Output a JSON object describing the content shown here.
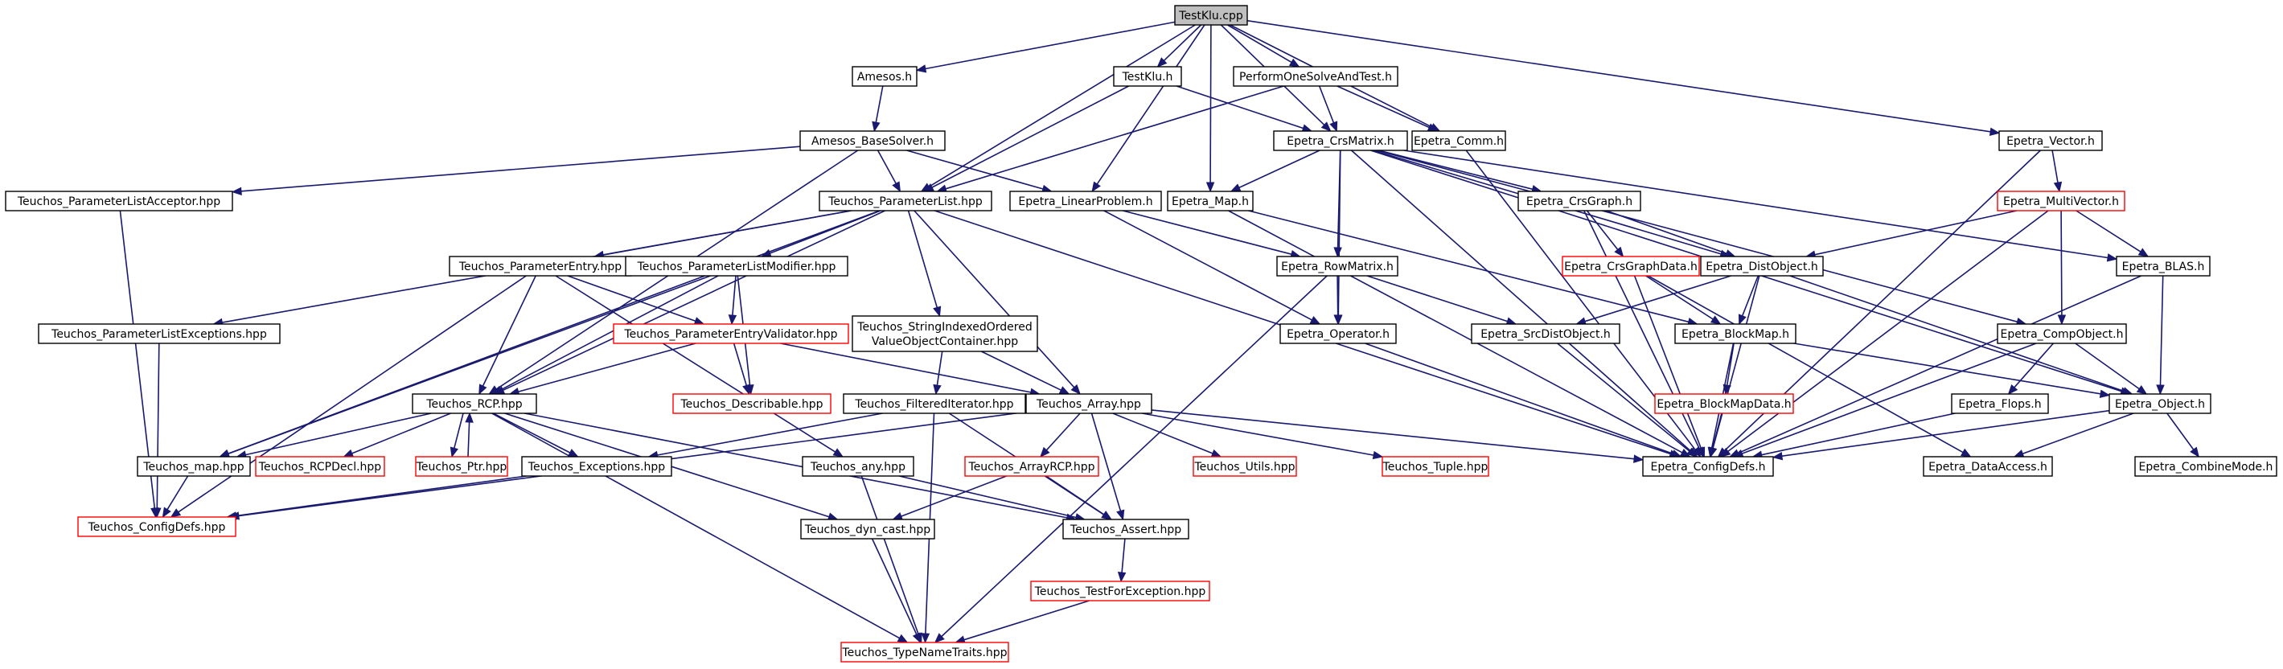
{
  "graph": {
    "nodes": [
      {
        "id": "testklu_cpp",
        "lines": [
          "TestKlu.cpp"
        ],
        "style": "root"
      },
      {
        "id": "amesos_h",
        "lines": [
          "Amesos.h"
        ],
        "style": "normal"
      },
      {
        "id": "testklu_h",
        "lines": [
          "TestKlu.h"
        ],
        "style": "normal"
      },
      {
        "id": "performonesolve_h",
        "lines": [
          "PerformOneSolveAndTest.h"
        ],
        "style": "normal"
      },
      {
        "id": "amesos_basesolver_h",
        "lines": [
          "Amesos_BaseSolver.h"
        ],
        "style": "normal"
      },
      {
        "id": "epetra_crsmatrix_h",
        "lines": [
          "Epetra_CrsMatrix.h"
        ],
        "style": "normal"
      },
      {
        "id": "epetra_comm_h",
        "lines": [
          "Epetra_Comm.h"
        ],
        "style": "normal"
      },
      {
        "id": "epetra_vector_h",
        "lines": [
          "Epetra_Vector.h"
        ],
        "style": "normal"
      },
      {
        "id": "teuchos_plist_acceptor",
        "lines": [
          "Teuchos_ParameterListAcceptor.hpp"
        ],
        "style": "normal"
      },
      {
        "id": "teuchos_plist",
        "lines": [
          "Teuchos_ParameterList.hpp"
        ],
        "style": "normal"
      },
      {
        "id": "epetra_linearproblem_h",
        "lines": [
          "Epetra_LinearProblem.h"
        ],
        "style": "normal"
      },
      {
        "id": "epetra_map_h",
        "lines": [
          "Epetra_Map.h"
        ],
        "style": "normal"
      },
      {
        "id": "epetra_crsgraph_h",
        "lines": [
          "Epetra_CrsGraph.h"
        ],
        "style": "normal"
      },
      {
        "id": "epetra_multivector_h",
        "lines": [
          "Epetra_MultiVector.h"
        ],
        "style": "red"
      },
      {
        "id": "teuchos_pentry",
        "lines": [
          "Teuchos_ParameterEntry.hpp"
        ],
        "style": "normal"
      },
      {
        "id": "teuchos_plistmodifier",
        "lines": [
          "Teuchos_ParameterListModifier.hpp"
        ],
        "style": "normal"
      },
      {
        "id": "epetra_rowmatrix_h",
        "lines": [
          "Epetra_RowMatrix.h"
        ],
        "style": "normal"
      },
      {
        "id": "epetra_crsgraphdata_h",
        "lines": [
          "Epetra_CrsGraphData.h"
        ],
        "style": "red"
      },
      {
        "id": "epetra_distobject_h",
        "lines": [
          "Epetra_DistObject.h"
        ],
        "style": "normal"
      },
      {
        "id": "epetra_blas_h",
        "lines": [
          "Epetra_BLAS.h"
        ],
        "style": "normal"
      },
      {
        "id": "teuchos_plistexceptions",
        "lines": [
          "Teuchos_ParameterListExceptions.hpp"
        ],
        "style": "normal"
      },
      {
        "id": "teuchos_pentryvalidator",
        "lines": [
          "Teuchos_ParameterEntryValidator.hpp"
        ],
        "style": "red"
      },
      {
        "id": "teuchos_stringindexed",
        "lines": [
          "Teuchos_StringIndexedOrdered",
          "ValueObjectContainer.hpp"
        ],
        "style": "normal"
      },
      {
        "id": "epetra_operator_h",
        "lines": [
          "Epetra_Operator.h"
        ],
        "style": "normal"
      },
      {
        "id": "epetra_srcdistobject_h",
        "lines": [
          "Epetra_SrcDistObject.h"
        ],
        "style": "normal"
      },
      {
        "id": "epetra_blockmap_h",
        "lines": [
          "Epetra_BlockMap.h"
        ],
        "style": "normal"
      },
      {
        "id": "epetra_compobject_h",
        "lines": [
          "Epetra_CompObject.h"
        ],
        "style": "normal"
      },
      {
        "id": "teuchos_describable",
        "lines": [
          "Teuchos_Describable.hpp"
        ],
        "style": "red"
      },
      {
        "id": "teuchos_rcp",
        "lines": [
          "Teuchos_RCP.hpp"
        ],
        "style": "normal"
      },
      {
        "id": "teuchos_filterediterator",
        "lines": [
          "Teuchos_FilteredIterator.hpp"
        ],
        "style": "normal"
      },
      {
        "id": "teuchos_array",
        "lines": [
          "Teuchos_Array.hpp"
        ],
        "style": "normal"
      },
      {
        "id": "epetra_blockmapdata_h",
        "lines": [
          "Epetra_BlockMapData.h"
        ],
        "style": "red"
      },
      {
        "id": "epetra_flops_h",
        "lines": [
          "Epetra_Flops.h"
        ],
        "style": "normal"
      },
      {
        "id": "epetra_object_h",
        "lines": [
          "Epetra_Object.h"
        ],
        "style": "normal"
      },
      {
        "id": "teuchos_map",
        "lines": [
          "Teuchos_map.hpp"
        ],
        "style": "normal"
      },
      {
        "id": "teuchos_rcpdecl",
        "lines": [
          "Teuchos_RCPDecl.hpp"
        ],
        "style": "red"
      },
      {
        "id": "teuchos_ptr",
        "lines": [
          "Teuchos_Ptr.hpp"
        ],
        "style": "red"
      },
      {
        "id": "teuchos_exceptions",
        "lines": [
          "Teuchos_Exceptions.hpp"
        ],
        "style": "normal"
      },
      {
        "id": "teuchos_any",
        "lines": [
          "Teuchos_any.hpp"
        ],
        "style": "normal"
      },
      {
        "id": "teuchos_arrayrcp",
        "lines": [
          "Teuchos_ArrayRCP.hpp"
        ],
        "style": "red"
      },
      {
        "id": "teuchos_utils",
        "lines": [
          "Teuchos_Utils.hpp"
        ],
        "style": "red"
      },
      {
        "id": "teuchos_tuple",
        "lines": [
          "Teuchos_Tuple.hpp"
        ],
        "style": "red"
      },
      {
        "id": "epetra_configdefs_h",
        "lines": [
          "Epetra_ConfigDefs.h"
        ],
        "style": "normal"
      },
      {
        "id": "epetra_dataaccess_h",
        "lines": [
          "Epetra_DataAccess.h"
        ],
        "style": "normal"
      },
      {
        "id": "epetra_combinemode_h",
        "lines": [
          "Epetra_CombineMode.h"
        ],
        "style": "normal"
      },
      {
        "id": "teuchos_configdefs",
        "lines": [
          "Teuchos_ConfigDefs.hpp"
        ],
        "style": "red"
      },
      {
        "id": "teuchos_dyncast",
        "lines": [
          "Teuchos_dyn_cast.hpp"
        ],
        "style": "normal"
      },
      {
        "id": "teuchos_assert",
        "lines": [
          "Teuchos_Assert.hpp"
        ],
        "style": "normal"
      },
      {
        "id": "teuchos_testforexception",
        "lines": [
          "Teuchos_TestForException.hpp"
        ],
        "style": "red"
      },
      {
        "id": "teuchos_typenametraits",
        "lines": [
          "Teuchos_TypeNameTraits.hpp"
        ],
        "style": "red"
      }
    ],
    "edges": [
      [
        "testklu_cpp",
        "amesos_h"
      ],
      [
        "testklu_cpp",
        "testklu_h"
      ],
      [
        "testklu_cpp",
        "performonesolve_h"
      ],
      [
        "testklu_cpp",
        "epetra_crsmatrix_h"
      ],
      [
        "testklu_cpp",
        "epetra_comm_h"
      ],
      [
        "testklu_cpp",
        "epetra_vector_h"
      ],
      [
        "testklu_cpp",
        "teuchos_plist"
      ],
      [
        "testklu_cpp",
        "epetra_linearproblem_h"
      ],
      [
        "testklu_cpp",
        "epetra_map_h"
      ],
      [
        "amesos_h",
        "amesos_basesolver_h"
      ],
      [
        "testklu_h",
        "teuchos_plist"
      ],
      [
        "testklu_h",
        "epetra_crsmatrix_h"
      ],
      [
        "performonesolve_h",
        "epetra_crsmatrix_h"
      ],
      [
        "performonesolve_h",
        "epetra_comm_h"
      ],
      [
        "performonesolve_h",
        "teuchos_plist"
      ],
      [
        "amesos_basesolver_h",
        "teuchos_plist_acceptor"
      ],
      [
        "amesos_basesolver_h",
        "teuchos_plist"
      ],
      [
        "amesos_basesolver_h",
        "epetra_linearproblem_h"
      ],
      [
        "amesos_basesolver_h",
        "teuchos_rcp"
      ],
      [
        "epetra_crsmatrix_h",
        "epetra_map_h"
      ],
      [
        "epetra_crsmatrix_h",
        "epetra_crsgraph_h"
      ],
      [
        "epetra_crsmatrix_h",
        "epetra_rowmatrix_h"
      ],
      [
        "epetra_crsmatrix_h",
        "epetra_operator_h"
      ],
      [
        "epetra_crsmatrix_h",
        "epetra_distobject_h"
      ],
      [
        "epetra_crsmatrix_h",
        "epetra_compobject_h"
      ],
      [
        "epetra_crsmatrix_h",
        "epetra_blas_h"
      ],
      [
        "epetra_crsmatrix_h",
        "epetra_configdefs_h"
      ],
      [
        "epetra_crsmatrix_h",
        "epetra_object_h"
      ],
      [
        "epetra_comm_h",
        "epetra_configdefs_h"
      ],
      [
        "epetra_vector_h",
        "epetra_multivector_h"
      ],
      [
        "epetra_vector_h",
        "epetra_configdefs_h"
      ],
      [
        "teuchos_plist_acceptor",
        "teuchos_configdefs"
      ],
      [
        "teuchos_plist",
        "teuchos_pentry"
      ],
      [
        "teuchos_plist",
        "teuchos_plistmodifier"
      ],
      [
        "teuchos_plist",
        "teuchos_plistexceptions"
      ],
      [
        "teuchos_plist",
        "teuchos_stringindexed"
      ],
      [
        "teuchos_plist",
        "teuchos_rcp"
      ],
      [
        "teuchos_plist",
        "teuchos_array"
      ],
      [
        "teuchos_plist",
        "teuchos_map"
      ],
      [
        "teuchos_plist",
        "epetra_configdefs_h"
      ],
      [
        "epetra_linearproblem_h",
        "epetra_rowmatrix_h"
      ],
      [
        "epetra_linearproblem_h",
        "epetra_operator_h"
      ],
      [
        "epetra_map_h",
        "epetra_blockmap_h"
      ],
      [
        "epetra_map_h",
        "epetra_configdefs_h"
      ],
      [
        "epetra_crsgraph_h",
        "epetra_crsgraphdata_h"
      ],
      [
        "epetra_crsgraph_h",
        "epetra_distobject_h"
      ],
      [
        "epetra_crsgraph_h",
        "epetra_configdefs_h"
      ],
      [
        "epetra_multivector_h",
        "epetra_distobject_h"
      ],
      [
        "epetra_multivector_h",
        "epetra_blas_h"
      ],
      [
        "epetra_multivector_h",
        "epetra_compobject_h"
      ],
      [
        "epetra_multivector_h",
        "epetra_configdefs_h"
      ],
      [
        "teuchos_pentry",
        "teuchos_pentryvalidator"
      ],
      [
        "teuchos_pentry",
        "teuchos_rcp"
      ],
      [
        "teuchos_pentry",
        "teuchos_any"
      ],
      [
        "teuchos_pentry",
        "teuchos_configdefs"
      ],
      [
        "teuchos_plistmodifier",
        "teuchos_pentryvalidator"
      ],
      [
        "teuchos_plistmodifier",
        "teuchos_describable"
      ],
      [
        "teuchos_plistmodifier",
        "teuchos_rcp"
      ],
      [
        "teuchos_plistmodifier",
        "teuchos_map"
      ],
      [
        "epetra_rowmatrix_h",
        "epetra_operator_h"
      ],
      [
        "epetra_rowmatrix_h",
        "epetra_srcdistobject_h"
      ],
      [
        "epetra_rowmatrix_h",
        "teuchos_typenametraits"
      ],
      [
        "epetra_crsgraphdata_h",
        "epetra_blockmap_h"
      ],
      [
        "epetra_crsgraphdata_h",
        "epetra_configdefs_h"
      ],
      [
        "epetra_crsgraphdata_h",
        "epetra_dataaccess_h"
      ],
      [
        "epetra_distobject_h",
        "epetra_srcdistobject_h"
      ],
      [
        "epetra_distobject_h",
        "epetra_blockmap_h"
      ],
      [
        "epetra_distobject_h",
        "epetra_object_h"
      ],
      [
        "epetra_distobject_h",
        "epetra_configdefs_h"
      ],
      [
        "epetra_blas_h",
        "epetra_configdefs_h"
      ],
      [
        "epetra_blas_h",
        "epetra_object_h"
      ],
      [
        "teuchos_plistexceptions",
        "teuchos_configdefs"
      ],
      [
        "teuchos_pentryvalidator",
        "teuchos_describable"
      ],
      [
        "teuchos_pentryvalidator",
        "teuchos_rcp"
      ],
      [
        "teuchos_pentryvalidator",
        "teuchos_array"
      ],
      [
        "teuchos_stringindexed",
        "teuchos_filterediterator"
      ],
      [
        "teuchos_stringindexed",
        "teuchos_array"
      ],
      [
        "epetra_operator_h",
        "epetra_configdefs_h"
      ],
      [
        "epetra_srcdistobject_h",
        "epetra_configdefs_h"
      ],
      [
        "epetra_blockmap_h",
        "epetra_blockmapdata_h"
      ],
      [
        "epetra_blockmap_h",
        "epetra_object_h"
      ],
      [
        "epetra_blockmap_h",
        "epetra_configdefs_h"
      ],
      [
        "epetra_compobject_h",
        "epetra_flops_h"
      ],
      [
        "epetra_compobject_h",
        "epetra_object_h"
      ],
      [
        "epetra_compobject_h",
        "epetra_configdefs_h"
      ],
      [
        "teuchos_rcp",
        "teuchos_rcpdecl"
      ],
      [
        "teuchos_rcp",
        "teuchos_ptr"
      ],
      [
        "teuchos_rcp",
        "teuchos_exceptions"
      ],
      [
        "teuchos_rcp",
        "teuchos_map"
      ],
      [
        "teuchos_rcp",
        "teuchos_dyncast"
      ],
      [
        "teuchos_rcp",
        "teuchos_assert"
      ],
      [
        "teuchos_rcp",
        "teuchos_typenametraits"
      ],
      [
        "teuchos_ptr",
        "teuchos_rcp"
      ],
      [
        "teuchos_filterediterator",
        "teuchos_exceptions"
      ],
      [
        "teuchos_filterediterator",
        "teuchos_assert"
      ],
      [
        "teuchos_filterediterator",
        "teuchos_typenametraits"
      ],
      [
        "teuchos_array",
        "teuchos_arrayrcp"
      ],
      [
        "teuchos_array",
        "teuchos_utils"
      ],
      [
        "teuchos_array",
        "teuchos_tuple"
      ],
      [
        "teuchos_array",
        "teuchos_assert"
      ],
      [
        "teuchos_array",
        "teuchos_configdefs"
      ],
      [
        "teuchos_array",
        "epetra_configdefs_h"
      ],
      [
        "epetra_blockmapdata_h",
        "epetra_configdefs_h"
      ],
      [
        "epetra_flops_h",
        "epetra_configdefs_h"
      ],
      [
        "epetra_object_h",
        "epetra_combinemode_h"
      ],
      [
        "epetra_object_h",
        "epetra_dataaccess_h"
      ],
      [
        "epetra_object_h",
        "epetra_configdefs_h"
      ],
      [
        "teuchos_map",
        "teuchos_configdefs"
      ],
      [
        "teuchos_exceptions",
        "teuchos_configdefs"
      ],
      [
        "teuchos_any",
        "teuchos_assert"
      ],
      [
        "teuchos_any",
        "teuchos_typenametraits"
      ],
      [
        "teuchos_arrayrcp",
        "teuchos_dyncast"
      ],
      [
        "teuchos_arrayrcp",
        "teuchos_assert"
      ],
      [
        "teuchos_dyncast",
        "teuchos_typenametraits"
      ],
      [
        "teuchos_assert",
        "teuchos_testforexception"
      ],
      [
        "teuchos_testforexception",
        "teuchos_typenametraits"
      ]
    ]
  }
}
